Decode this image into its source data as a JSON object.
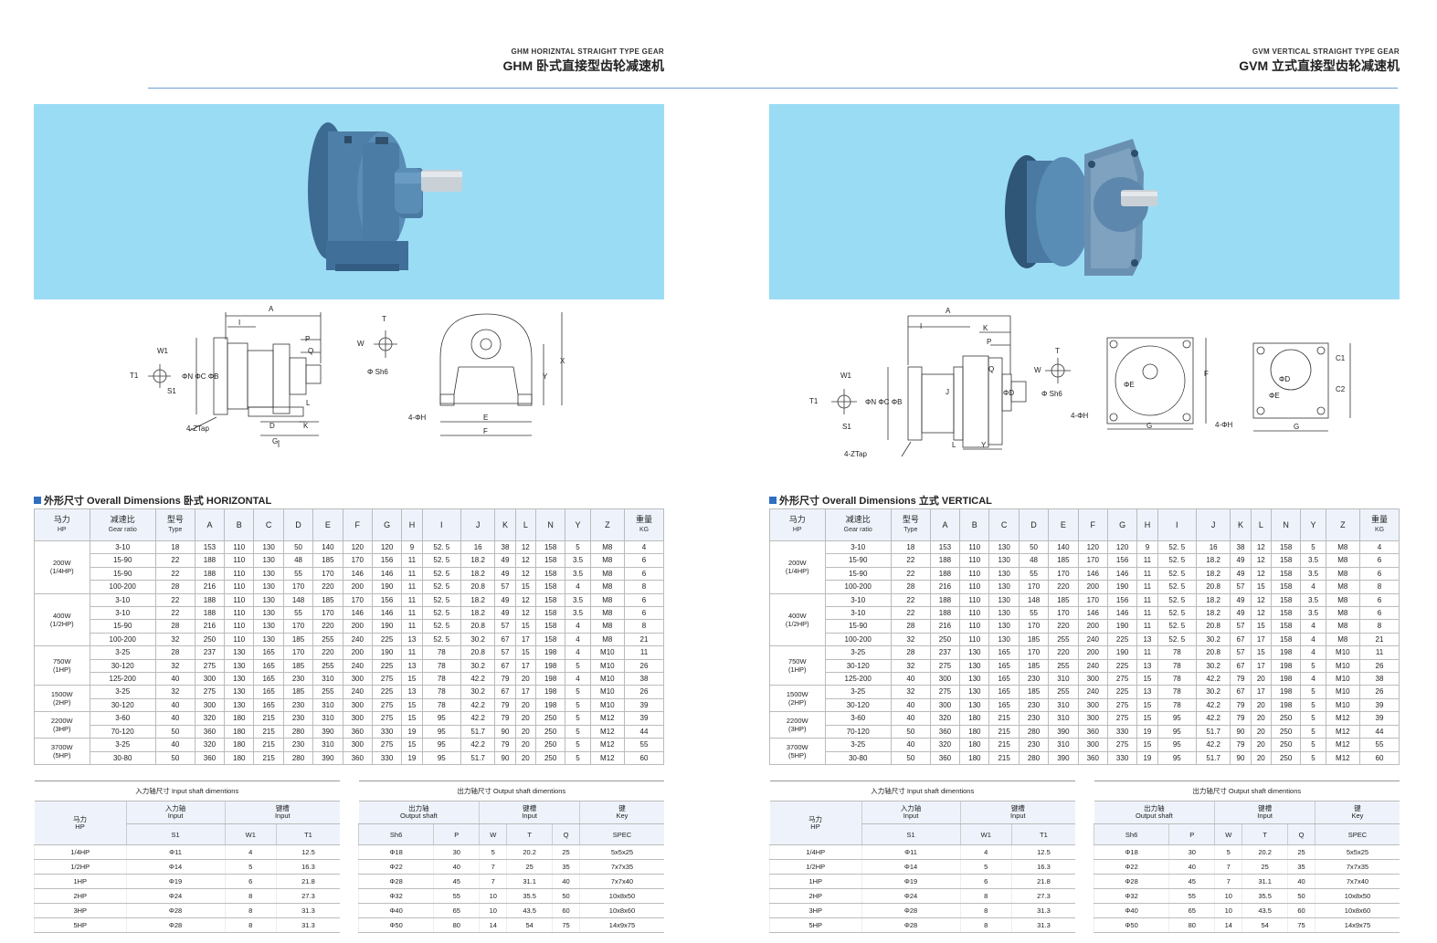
{
  "left": {
    "title_en": "GHM HORIZNTAL STRAIGHT TYPE GEAR",
    "title_cn": "GHM 卧式直接型齿轮减速机",
    "section": "外形尺寸 Overall Dimensions 卧式 HORIZONTAL"
  },
  "right": {
    "title_en": "GVM VERTICAL STRAIGHT TYPE GEAR",
    "title_cn": "GVM 立式直接型齿轮减速机",
    "section": "外形尺寸 Overall Dimensions 立式 VERTICAL"
  },
  "drawing_labels": {
    "A": "A",
    "I": "I",
    "P": "P",
    "Q": "Q",
    "K": "K",
    "D": "D",
    "G": "G",
    "L": "L",
    "J": "J",
    "W1": "W1",
    "T1": "T1",
    "S1": "S1",
    "T": "T",
    "W": "W",
    "phiN": "ΦN ΦC ΦB",
    "sh6": "Φ Sh6",
    "ztap": "4-ZTap",
    "phiH": "4-ΦH",
    "E": "E",
    "F": "F",
    "X": "X",
    "Y": "Y",
    "phiD": "ΦD",
    "phiE": "ΦE",
    "C1": "C1",
    "C2": "C2"
  },
  "main_table": {
    "headers": [
      {
        "cn": "马力",
        "en": "HP"
      },
      {
        "cn": "减速比",
        "en": "Gear ratio"
      },
      {
        "cn": "型号",
        "en": "Type"
      },
      {
        "cn": "A"
      },
      {
        "cn": "B"
      },
      {
        "cn": "C"
      },
      {
        "cn": "D"
      },
      {
        "cn": "E"
      },
      {
        "cn": "F"
      },
      {
        "cn": "G"
      },
      {
        "cn": "H"
      },
      {
        "cn": "I"
      },
      {
        "cn": "J"
      },
      {
        "cn": "K"
      },
      {
        "cn": "L"
      },
      {
        "cn": "N"
      },
      {
        "cn": "Y"
      },
      {
        "cn": "Z"
      },
      {
        "cn": "重量",
        "en": "KG"
      }
    ],
    "groups": [
      {
        "hp": [
          "200W",
          "(1/4HP)"
        ],
        "rows": [
          [
            "3-10",
            "18",
            "153",
            "110",
            "130",
            "50",
            "140",
            "120",
            "120",
            "9",
            "52. 5",
            "16",
            "38",
            "12",
            "158",
            "5",
            "M8",
            "4"
          ],
          [
            "15-90",
            "22",
            "188",
            "110",
            "130",
            "48",
            "185",
            "170",
            "156",
            "11",
            "52. 5",
            "18.2",
            "49",
            "12",
            "158",
            "3.5",
            "M8",
            "6"
          ],
          [
            "15-90",
            "22",
            "188",
            "110",
            "130",
            "55",
            "170",
            "146",
            "146",
            "11",
            "52. 5",
            "18.2",
            "49",
            "12",
            "158",
            "3.5",
            "M8",
            "6"
          ],
          [
            "100-200",
            "28",
            "216",
            "110",
            "130",
            "170",
            "220",
            "200",
            "190",
            "11",
            "52. 5",
            "20.8",
            "57",
            "15",
            "158",
            "4",
            "M8",
            "8"
          ]
        ]
      },
      {
        "hp": [
          "400W",
          "(1/2HP)"
        ],
        "rows": [
          [
            "3-10",
            "22",
            "188",
            "110",
            "130",
            "148",
            "185",
            "170",
            "156",
            "11",
            "52. 5",
            "18.2",
            "49",
            "12",
            "158",
            "3.5",
            "M8",
            "6"
          ],
          [
            "3-10",
            "22",
            "188",
            "110",
            "130",
            "55",
            "170",
            "146",
            "146",
            "11",
            "52. 5",
            "18.2",
            "49",
            "12",
            "158",
            "3.5",
            "M8",
            "6"
          ],
          [
            "15-90",
            "28",
            "216",
            "110",
            "130",
            "170",
            "220",
            "200",
            "190",
            "11",
            "52. 5",
            "20.8",
            "57",
            "15",
            "158",
            "4",
            "M8",
            "8"
          ],
          [
            "100-200",
            "32",
            "250",
            "110",
            "130",
            "185",
            "255",
            "240",
            "225",
            "13",
            "52. 5",
            "30.2",
            "67",
            "17",
            "158",
            "4",
            "M8",
            "21"
          ]
        ]
      },
      {
        "hp": [
          "750W",
          "(1HP)"
        ],
        "rows": [
          [
            "3-25",
            "28",
            "237",
            "130",
            "165",
            "170",
            "220",
            "200",
            "190",
            "11",
            "78",
            "20.8",
            "57",
            "15",
            "198",
            "4",
            "M10",
            "11"
          ],
          [
            "30-120",
            "32",
            "275",
            "130",
            "165",
            "185",
            "255",
            "240",
            "225",
            "13",
            "78",
            "30.2",
            "67",
            "17",
            "198",
            "5",
            "M10",
            "26"
          ],
          [
            "125-200",
            "40",
            "300",
            "130",
            "165",
            "230",
            "310",
            "300",
            "275",
            "15",
            "78",
            "42.2",
            "79",
            "20",
            "198",
            "4",
            "M10",
            "38"
          ]
        ]
      },
      {
        "hp": [
          "1500W",
          "(2HP)"
        ],
        "rows": [
          [
            "3-25",
            "32",
            "275",
            "130",
            "165",
            "185",
            "255",
            "240",
            "225",
            "13",
            "78",
            "30.2",
            "67",
            "17",
            "198",
            "5",
            "M10",
            "26"
          ],
          [
            "30-120",
            "40",
            "300",
            "130",
            "165",
            "230",
            "310",
            "300",
            "275",
            "15",
            "78",
            "42.2",
            "79",
            "20",
            "198",
            "5",
            "M10",
            "39"
          ]
        ]
      },
      {
        "hp": [
          "2200W",
          "(3HP)"
        ],
        "rows": [
          [
            "3-60",
            "40",
            "320",
            "180",
            "215",
            "230",
            "310",
            "300",
            "275",
            "15",
            "95",
            "42.2",
            "79",
            "20",
            "250",
            "5",
            "M12",
            "39"
          ],
          [
            "70-120",
            "50",
            "360",
            "180",
            "215",
            "280",
            "390",
            "360",
            "330",
            "19",
            "95",
            "51.7",
            "90",
            "20",
            "250",
            "5",
            "M12",
            "44"
          ]
        ]
      },
      {
        "hp": [
          "3700W",
          "(5HP)"
        ],
        "rows": [
          [
            "3-25",
            "40",
            "320",
            "180",
            "215",
            "230",
            "310",
            "300",
            "275",
            "15",
            "95",
            "42.2",
            "79",
            "20",
            "250",
            "5",
            "M12",
            "55"
          ],
          [
            "30-80",
            "50",
            "360",
            "180",
            "215",
            "280",
            "390",
            "360",
            "330",
            "19",
            "95",
            "51.7",
            "90",
            "20",
            "250",
            "5",
            "M12",
            "60"
          ]
        ]
      }
    ]
  },
  "input_shaft": {
    "caption": "入力轴尺寸  Input shaft dimentions",
    "hp_cn": "马力",
    "hp_en": "HP",
    "g1_cn": "入力轴",
    "g1_en": "Input",
    "g2_cn": "键槽",
    "g2_en": "Input",
    "cols": [
      "S1",
      "W1",
      "T1"
    ],
    "rows": [
      [
        "1/4HP",
        "Φ11",
        "4",
        "12.5"
      ],
      [
        "1/2HP",
        "Φ14",
        "5",
        "16.3"
      ],
      [
        "1HP",
        "Φ19",
        "6",
        "21.8"
      ],
      [
        "2HP",
        "Φ24",
        "8",
        "27.3"
      ],
      [
        "3HP",
        "Φ28",
        "8",
        "31.3"
      ],
      [
        "5HP",
        "Φ28",
        "8",
        "31.3"
      ]
    ]
  },
  "output_shaft": {
    "caption": "出力轴尺寸  Output shaft dimentions",
    "g1_cn": "出力轴",
    "g1_en": "Output shaft",
    "g2_cn": "键槽",
    "g2_en": "Input",
    "g3_cn": "键",
    "g3_en": "Key",
    "cols": [
      "Sh6",
      "P",
      "W",
      "T",
      "Q",
      "SPEC"
    ],
    "rows": [
      [
        "Φ18",
        "30",
        "5",
        "20.2",
        "25",
        "5x5x25"
      ],
      [
        "Φ22",
        "40",
        "7",
        "25",
        "35",
        "7x7x35"
      ],
      [
        "Φ28",
        "45",
        "7",
        "31.1",
        "40",
        "7x7x40"
      ],
      [
        "Φ32",
        "55",
        "10",
        "35.5",
        "50",
        "10x8x50"
      ],
      [
        "Φ40",
        "65",
        "10",
        "43.5",
        "60",
        "10x8x60"
      ],
      [
        "Φ50",
        "80",
        "14",
        "54",
        "75",
        "14x9x75"
      ]
    ]
  },
  "colors": {
    "photo_bg": "#9bdcf5",
    "accent": "#2f6fc2",
    "motor": "#4d7fa8"
  }
}
